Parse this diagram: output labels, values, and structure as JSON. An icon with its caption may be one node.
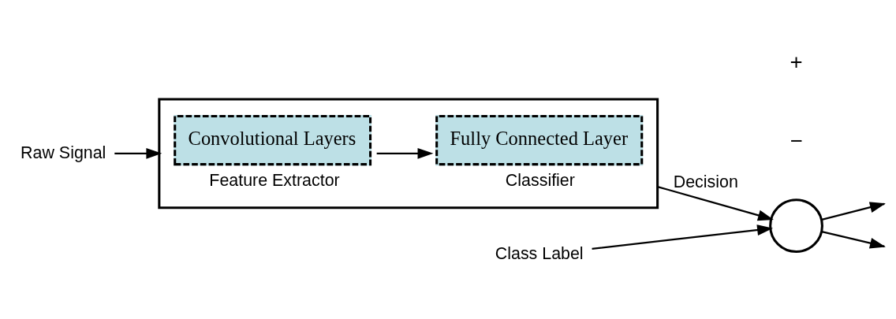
{
  "diagram": {
    "nodes": [
      {
        "text": [
          "Raw Signal"
        ]
      },
      {
        "text": [],
        "shape": "box"
      },
      {
        "text": [
          "Convolutional Layers"
        ],
        "in": 1,
        "beside": [
          "Feature Extractor"
        ]
      },
      {
        "text": [
          "Fully Connected Layer"
        ],
        "in": 1,
        "beside": [
          "Classifier"
        ]
      },
      {
        "text": [
          "Class Label"
        ]
      },
      {
        "text": [],
        "shape": "circle"
      }
    ],
    "edges": [
      {
        "from": 0,
        "to": 1,
        "arrow": "to"
      },
      {
        "from": 2,
        "to": 3,
        "arrow": "to"
      },
      {
        "from": 1,
        "to": 5,
        "arrow": "to",
        "label": "Decision"
      },
      {
        "from": 4,
        "to": 5,
        "arrow": "to"
      },
      {
        "from": 5,
        "to": null,
        "arrow": "to"
      },
      {
        "from": 5,
        "to": null,
        "arrow": "to"
      }
    ],
    "labels": [
      "−",
      "+"
    ]
  }
}
